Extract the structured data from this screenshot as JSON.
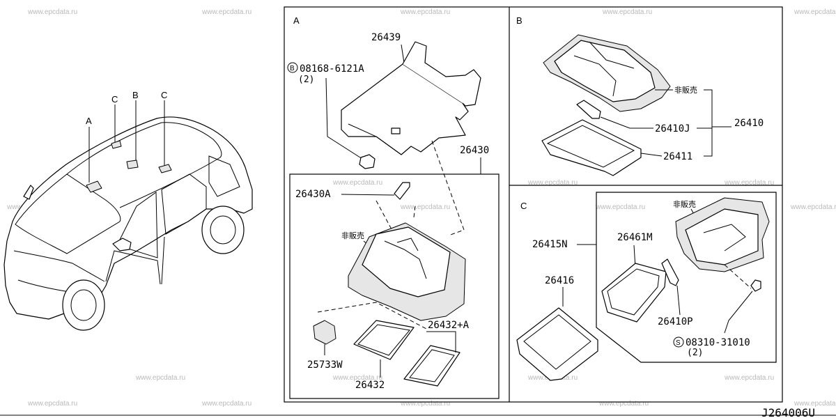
{
  "watermark": "www.epcdata.ru",
  "diagram_code": "J264006U",
  "car_callouts": {
    "a": "A",
    "c_left": "C",
    "b": "B",
    "c_right": "C"
  },
  "section_a": {
    "title": "A",
    "bolt_prefix": "B",
    "bolt_part": "08168-6121A",
    "bolt_qty": "(2)",
    "bracket": "26439",
    "lamp_assembly": "26430",
    "bulb": "26430A",
    "not_sold": "非販売",
    "switch": "25733W",
    "lens": "26432",
    "lens_a": "26432+A"
  },
  "section_b": {
    "title": "B",
    "not_sold": "非販売",
    "bulb": "26410J",
    "assembly": "26410",
    "lens": "26411"
  },
  "section_c": {
    "title": "C",
    "assembly": "26415N",
    "lens": "26461M",
    "not_sold": "非販売",
    "bulb": "26410P",
    "screw_prefix": "S",
    "screw_part": "08310-31010",
    "screw_qty": "(2)",
    "lamp": "26416"
  }
}
